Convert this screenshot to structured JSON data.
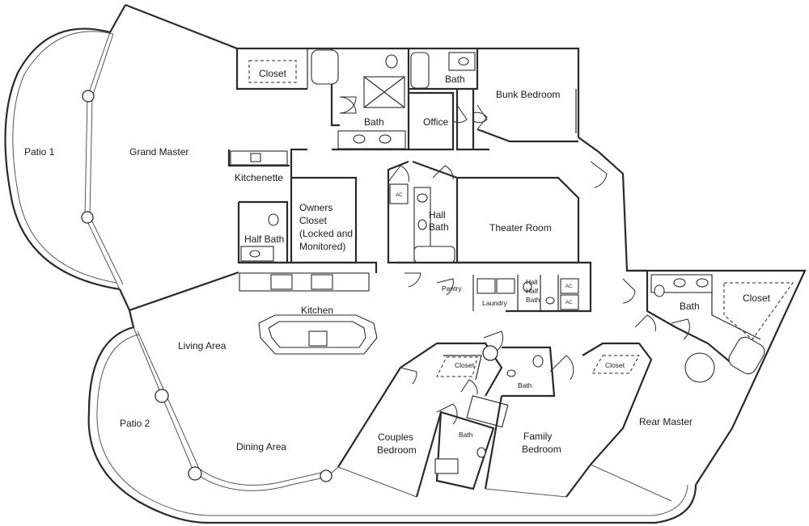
{
  "rooms": {
    "patio1": "Patio 1",
    "grand_master": "Grand Master",
    "closet_top": "Closet",
    "bath_master": "Bath",
    "office": "Office",
    "bath_top": "Bath",
    "bunk_bedroom": "Bunk Bedroom",
    "kitchenette": "Kitchenette",
    "owners_closet": [
      "Owners",
      "Closet",
      "(Locked and",
      "Monitored)"
    ],
    "half_bath": "Half Bath",
    "hall_bath": [
      "Hall",
      "Bath"
    ],
    "theater_room": "Theater Room",
    "kitchen": "Kitchen",
    "pantry": "Pantry",
    "laundry": "Laundry",
    "hall_half_bath": [
      "Hall",
      "Half",
      "Bath"
    ],
    "bath_rear": "Bath",
    "closet_rear": "Closet",
    "living_area": "Living Area",
    "patio2": "Patio 2",
    "dining_area": "Dining Area",
    "closet_couples": "Closet",
    "bath_mid": "Bath",
    "closet_family": "Closet",
    "couples_bedroom": [
      "Couples",
      "Bedroom"
    ],
    "bath_couples": "Bath",
    "family_bedroom": [
      "Family",
      "Bedroom"
    ],
    "rear_master": "Rear Master"
  },
  "equipment": {
    "ac_1": "AC",
    "ac_2": "AC",
    "ac_3": "AC"
  },
  "icons": [
    "door-swing-icon",
    "toilet-icon",
    "sink-icon",
    "bathtub-icon",
    "shower-icon",
    "column-icon"
  ]
}
